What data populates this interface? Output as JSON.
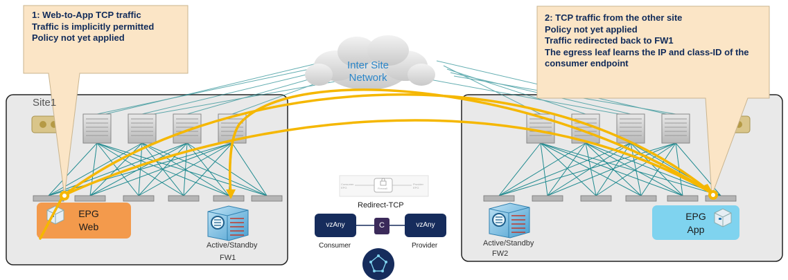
{
  "callout_left": {
    "lines": [
      "1: Web-to-App TCP traffic",
      "Traffic is implicitly permitted",
      "Policy not yet applied"
    ]
  },
  "callout_right": {
    "lines": [
      "2: TCP traffic from the other site",
      "Policy not yet applied",
      "Traffic redirected back to FW1",
      "The egress leaf learns the IP and class-ID of the",
      "consumer endpoint"
    ]
  },
  "cloud": {
    "line1": "Inter Site",
    "line2": "Network"
  },
  "site1": {
    "label": "Site1"
  },
  "epg_web": {
    "line1": "EPG",
    "line2": "Web"
  },
  "epg_app": {
    "line1": "EPG",
    "line2": "App"
  },
  "fw1": {
    "state": "Active/Standby",
    "name": "FW1"
  },
  "fw2": {
    "state": "Active/Standby",
    "name": "FW2"
  },
  "contract": {
    "graph_consumer": "Consumer EPG",
    "graph_firewall": "Firewall",
    "graph_provider": "Provider EPG",
    "redirect_label": "Redirect-TCP",
    "consumer_box": "vzAny",
    "contract_box": "C",
    "provider_box": "vzAny",
    "consumer_label": "Consumer",
    "provider_label": "Provider"
  },
  "colors": {
    "callout_bg": "#fbe5c6",
    "traffic_path": "#f5b700",
    "epg_web": "#f39a4c",
    "epg_app": "#7fd3ef",
    "fabric_link": "#1f8a8f",
    "contract_box": "#162c5c"
  },
  "icons": [
    "vm-icon",
    "gear-icon",
    "firewall-icon",
    "spine-switch-icon",
    "leaf-switch-icon",
    "orchestrator-icon",
    "lock-icon"
  ]
}
